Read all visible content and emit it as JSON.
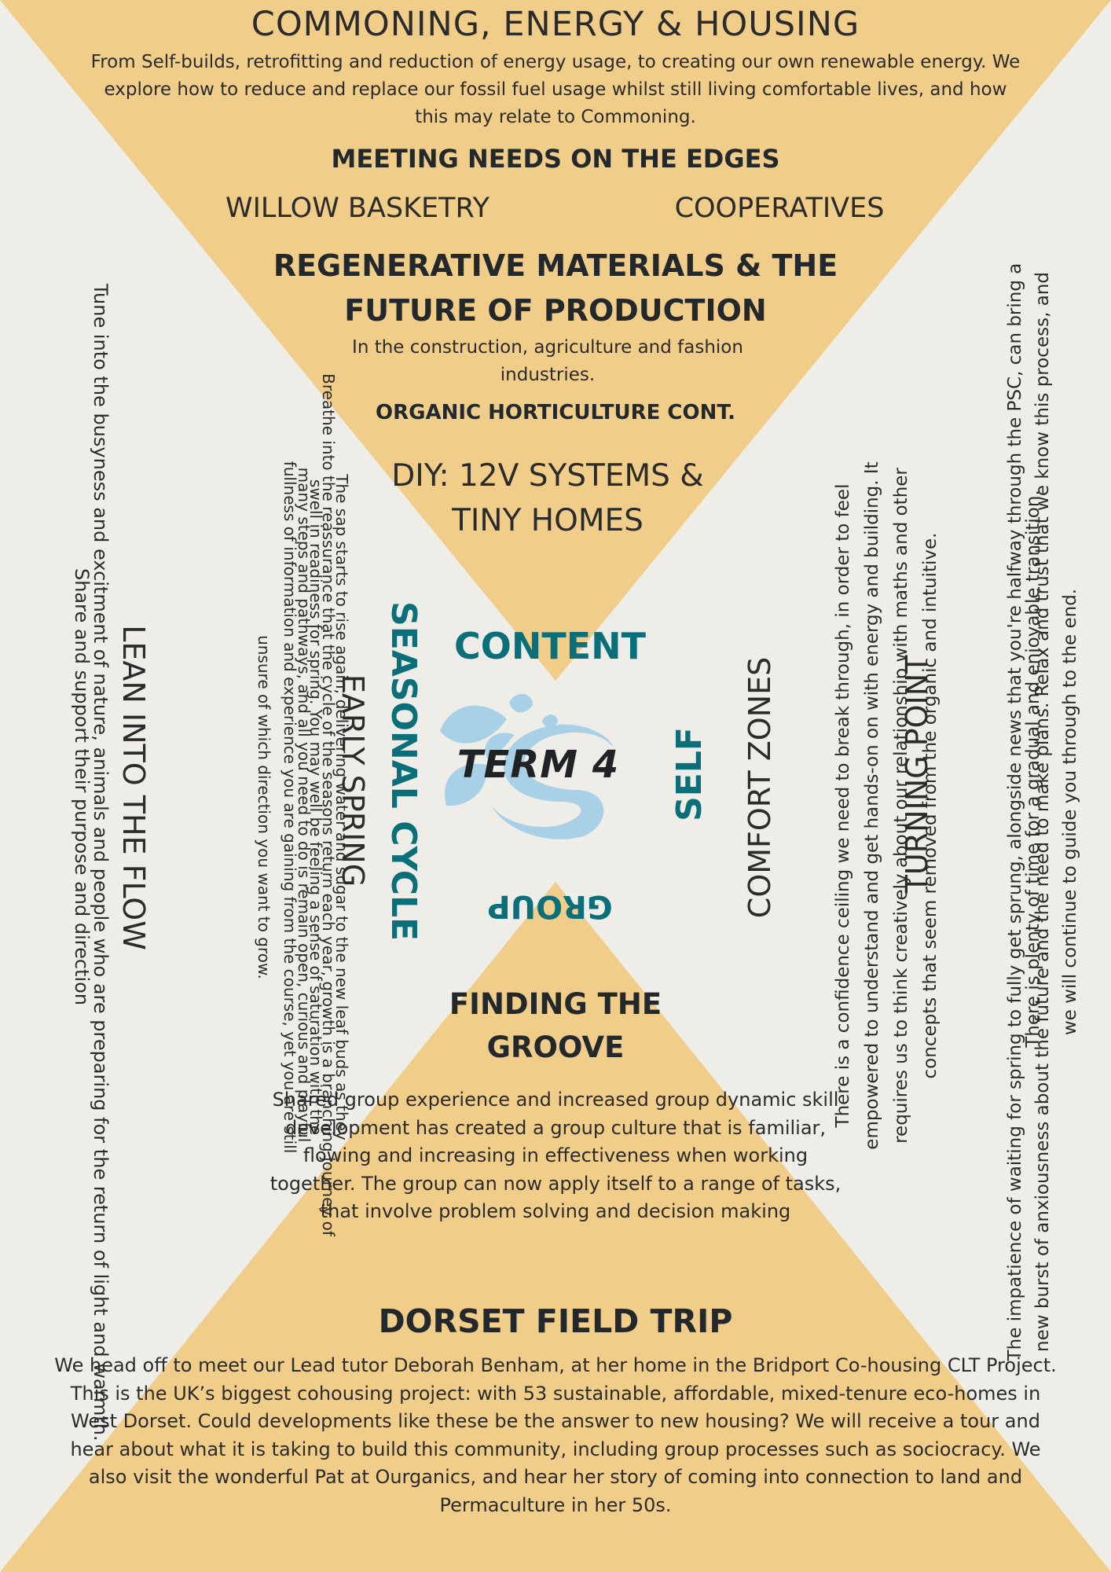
{
  "colors": {
    "background": "#efede8",
    "triangle": "#f0cd89",
    "teal": "#0a6f78",
    "logo": "#a8d0e6",
    "text": "#2b2b2b"
  },
  "top": {
    "title": "COMMONING, ENERGY & HOUSING",
    "intro": "From Self-builds, retrofitting and reduction of energy usage, to creating our own renewable energy. We explore how to reduce and replace our fossil fuel usage whilst still living comfortable lives, and how this may relate to Commoning.",
    "meeting_needs": "MEETING NEEDS ON THE EDGES",
    "willow": "WILLOW BASKETRY",
    "cooperatives": "COOPERATIVES",
    "regen_title": "REGENERATIVE MATERIALS & THE FUTURE OF PRODUCTION",
    "regen_text": "In the construction, agriculture and fashion industries.",
    "organic": "ORGANIC HORTICULTURE CONT.",
    "diy": "DIY: 12V SYSTEMS & TINY HOMES"
  },
  "center": {
    "content": "CONTENT",
    "group": "GROUP",
    "seasonal_cycle": "SEASONAL CYCLE",
    "self": "SELF",
    "logo_text": "TERM 4",
    "logo_icon": "leaf-swirl-logo"
  },
  "left": {
    "lean_title": "LEAN INTO THE FLOW",
    "lean_line1": "Tune into the busyness and excitment of nature, animals and people who are preparing for the return of light and warmth.",
    "lean_line2": "Share and support their purpose and direction",
    "spring_title": "EARLY SPRING",
    "spring_text": "The sap starts to rise again; delivering water and sugar to the new leaf buds as they swell in readiness for spring. You may well be feeling a sense of saturation with the fullness of information and experience you are gaining from the course, yet you are still unsure of which direction you want to grow.",
    "breathe_text": "Breathe into the reassurance that the cycle of the seasons return each year, growth is a branching journey of many steps and pathways, and all you need to do is remain open, curious and playful"
  },
  "right": {
    "comfort_title": "COMFORT ZONES",
    "comfort_text": "There is a confidence ceiling we need to break through, in order to feel empowered to understand and get hands-on on with energy and building. It requires us to think creatively about our relationship with maths and other concepts that seem removed from the organic and intuitive.",
    "turning_title": "TURNING POINT",
    "turning_text": "The impatience of waiting for spring to fully get sprung, alongside news that you're halfway through the PSC, can bring a new burst of anxiousness about the future and the need to make plans. Relax and trust that we know this process, and we will continue to guide you through to the end.",
    "turning_text2": "There is plenty of time for a gradual and enjoyable transition."
  },
  "bottom": {
    "groove_title": "FINDING THE GROOVE",
    "groove_text": "Shared group experience and increased group dynamic skill development has created a group culture that is familiar, flowing and increasing in effectiveness when working together. The group can now apply itself to a range of tasks, that involve problem solving and decision making",
    "dorset_title": "DORSET FIELD TRIP",
    "dorset_text": "We head off to meet our Lead tutor Deborah Benham, at her home in the Bridport Co-housing CLT Project. This is the UK’s biggest cohousing project: with 53 sustainable, affordable, mixed-tenure eco-homes in West Dorset. Could developments like these be the answer to new housing? We will receive a tour and hear about what it is taking to build this community, including group processes such as sociocracy. We also visit the wonderful Pat at Ourganics, and hear her story of coming into connection to land and Permaculture in her 50s."
  }
}
